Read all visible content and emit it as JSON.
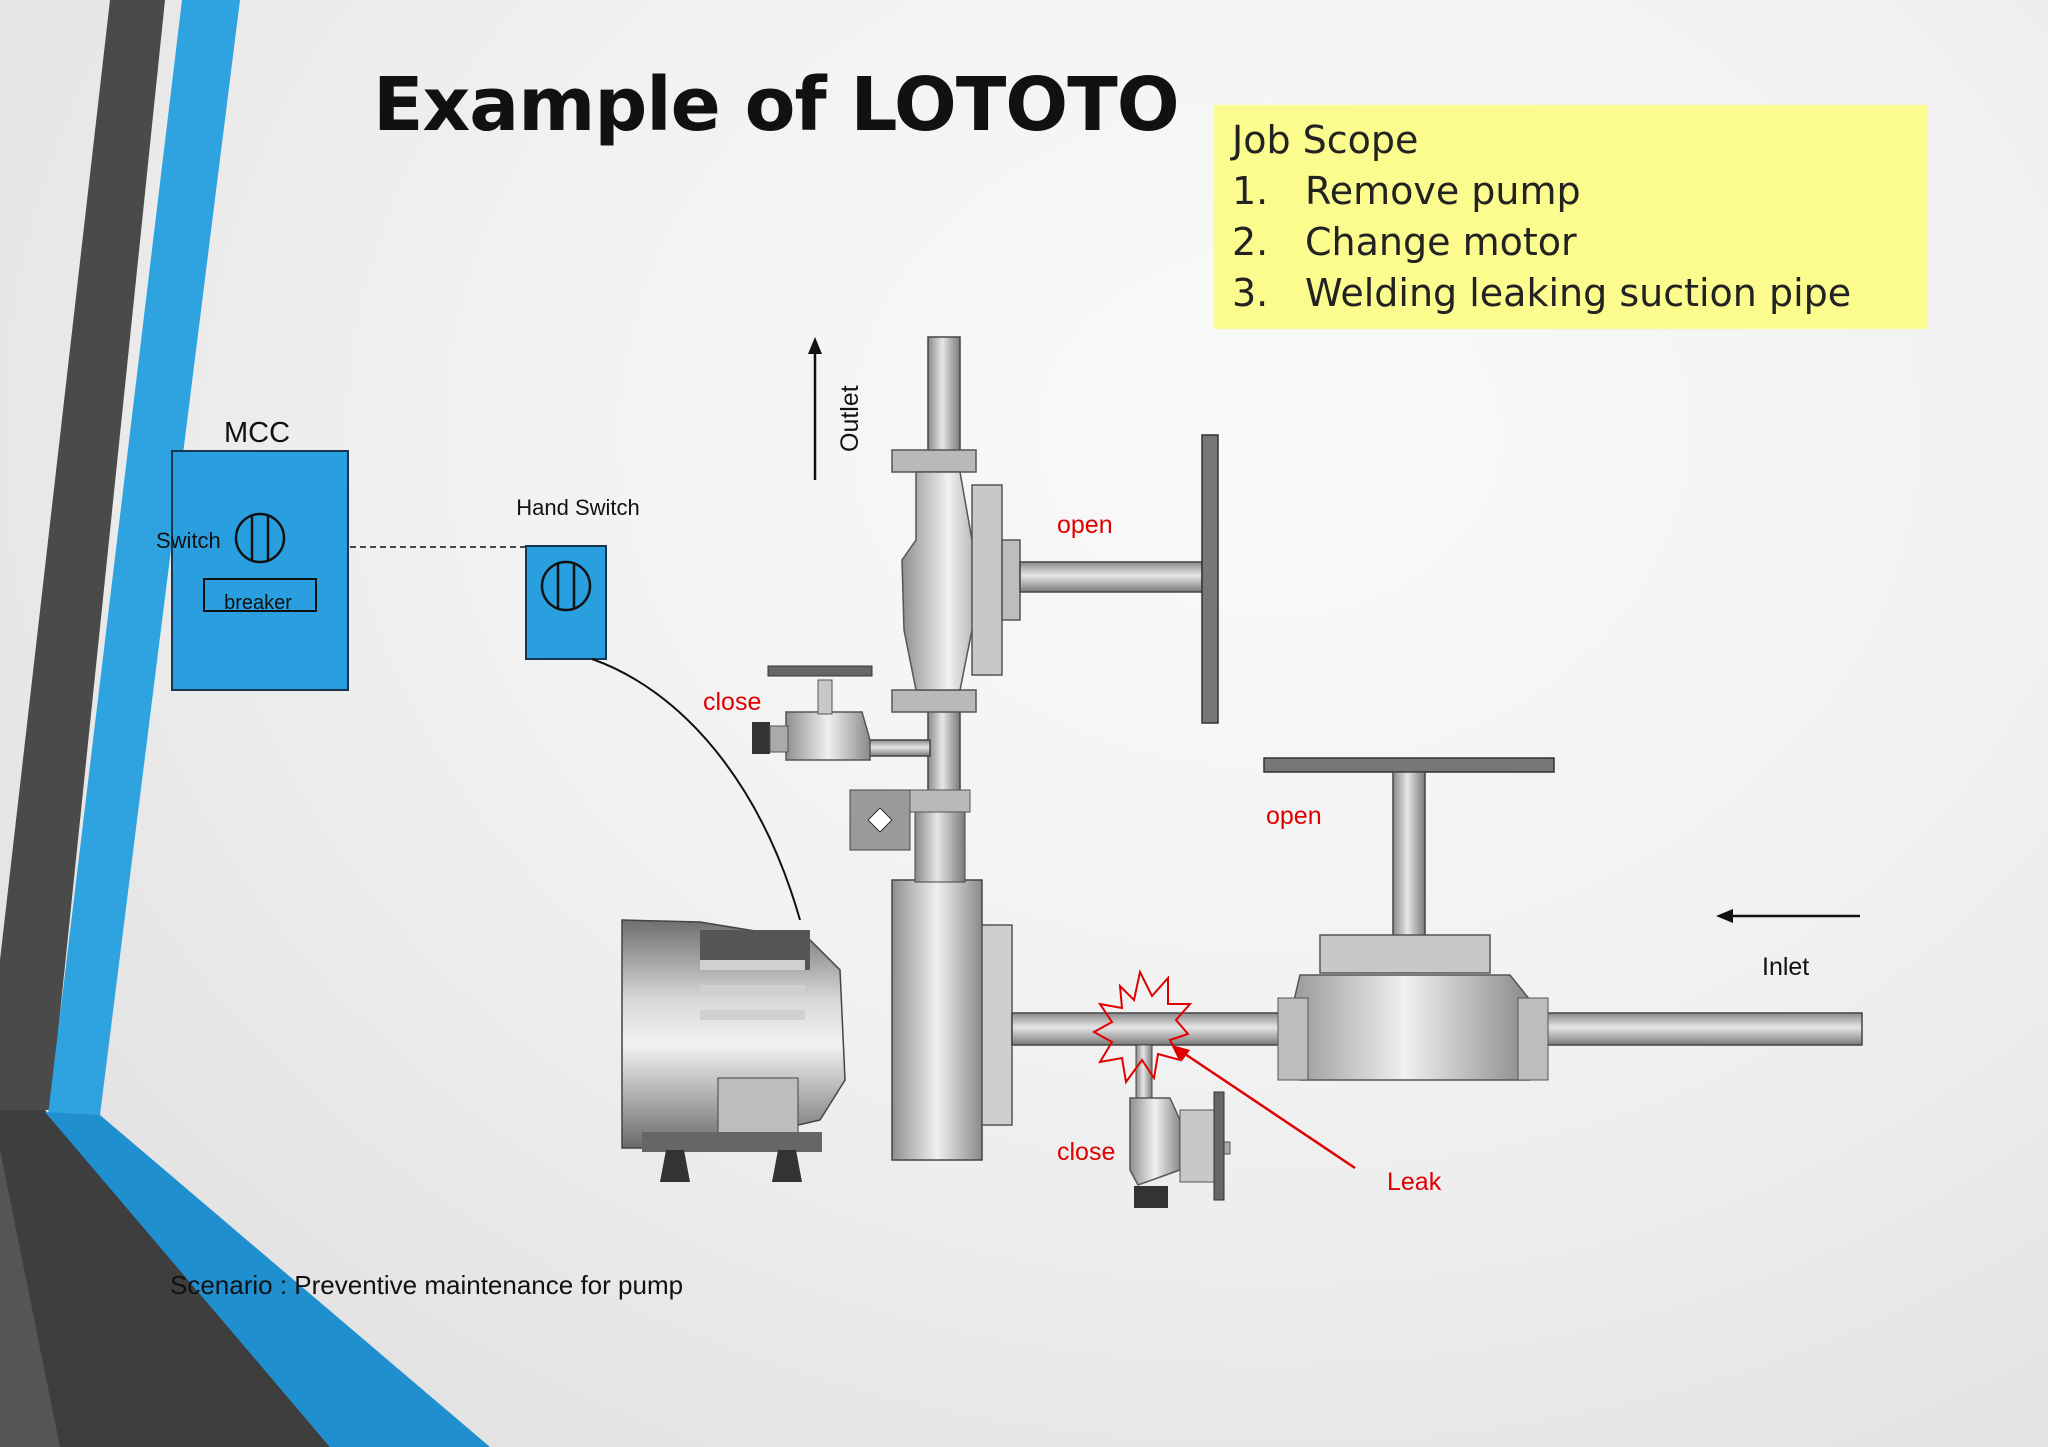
{
  "slide": {
    "title": "Example of LOTOTO",
    "scenario": "Scenario : Preventive maintenance for pump"
  },
  "job_scope": {
    "heading": "Job Scope",
    "items": [
      {
        "num": "1.",
        "text": "Remove pump"
      },
      {
        "num": "2.",
        "text": "Change motor"
      },
      {
        "num": "3.",
        "text": "Welding leaking suction pipe"
      }
    ]
  },
  "diagram": {
    "mcc_label": "MCC",
    "switch_label": "Switch",
    "breaker_label": "breaker",
    "hand_switch_label": "Hand Switch",
    "outlet_label": "Outlet",
    "inlet_label": "Inlet",
    "outlet_valve_state": "open",
    "outlet_drain_state": "close",
    "inlet_valve_state": "open",
    "suction_drain_state": "close",
    "leak_label": "Leak"
  },
  "colors": {
    "accent_blue": "#2ea3e0",
    "panel_blue": "#2a9fe0",
    "dark_grey": "#505050",
    "highlight_yellow": "#fbfb8e",
    "alert_red": "#e00000"
  }
}
